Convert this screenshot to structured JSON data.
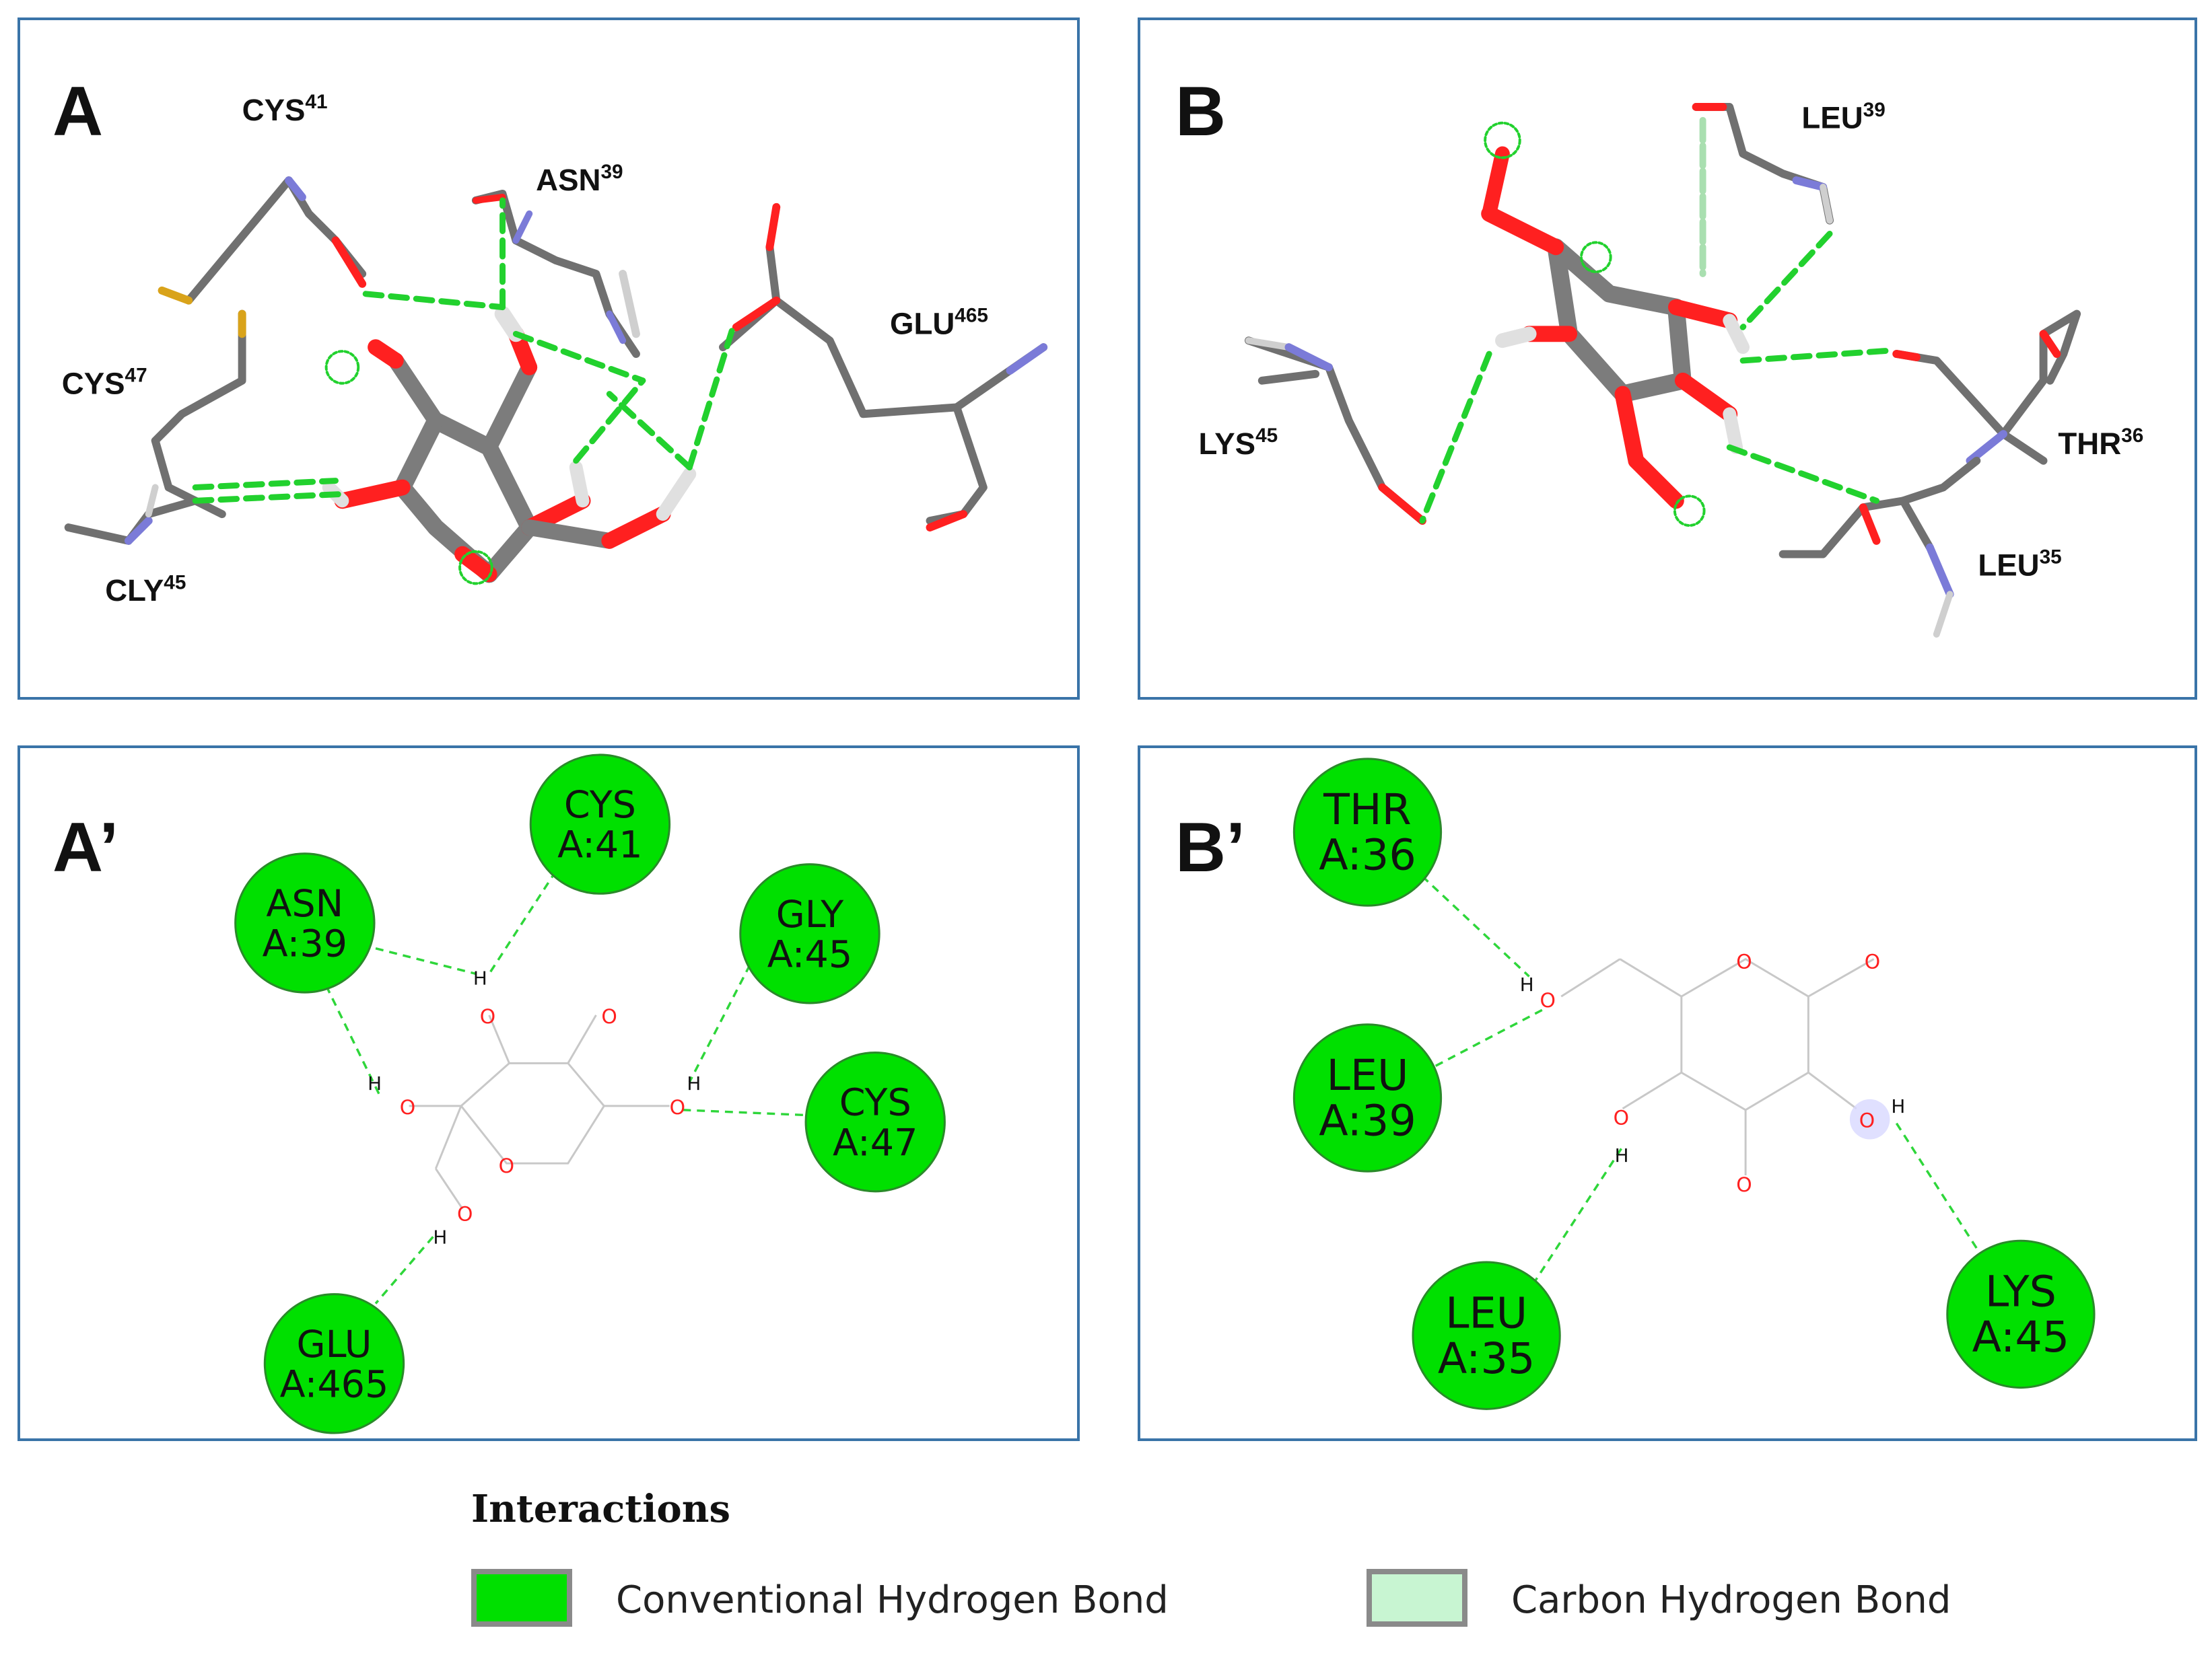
{
  "colors": {
    "conventional": "#00e000",
    "carbon": "#c8f5d2",
    "border": "#3a74a8",
    "oxygen": "#ff2020",
    "nitrogen": "#7b7bd8",
    "sulfur": "#d9a31a",
    "carbon_atom": "#808080"
  },
  "panel_a": {
    "letter": "A",
    "residues": [
      {
        "name": "CYS",
        "num": "41"
      },
      {
        "name": "ASN",
        "num": "39"
      },
      {
        "name": "GLU",
        "num": "465"
      },
      {
        "name": "CYS",
        "num": "47"
      },
      {
        "name": "CLY",
        "num": "45"
      }
    ]
  },
  "panel_b": {
    "letter": "B",
    "residues": [
      {
        "name": "LEU",
        "num": "39"
      },
      {
        "name": "LYS",
        "num": "45"
      },
      {
        "name": "THR",
        "num": "36"
      },
      {
        "name": "LEU",
        "num": "35"
      }
    ]
  },
  "panel_a2": {
    "letter": "A’",
    "residues": [
      {
        "name": "CYS",
        "chain": "A:41"
      },
      {
        "name": "ASN",
        "chain": "A:39"
      },
      {
        "name": "GLY",
        "chain": "A:45"
      },
      {
        "name": "CYS",
        "chain": "A:47"
      },
      {
        "name": "GLU",
        "chain": "A:465"
      }
    ]
  },
  "panel_b2": {
    "letter": "B’",
    "residues": [
      {
        "name": "THR",
        "chain": "A:36"
      },
      {
        "name": "LEU",
        "chain": "A:39"
      },
      {
        "name": "LEU",
        "chain": "A:35"
      },
      {
        "name": "LYS",
        "chain": "A:45"
      }
    ]
  },
  "atoms": {
    "oxygen": "O",
    "hydrogen": "H"
  },
  "legend": {
    "title": "Interactions",
    "items": [
      {
        "label": "Conventional Hydrogen Bond",
        "color": "#00e000"
      },
      {
        "label": "Carbon Hydrogen Bond",
        "color": "#c8f5d2"
      }
    ]
  }
}
